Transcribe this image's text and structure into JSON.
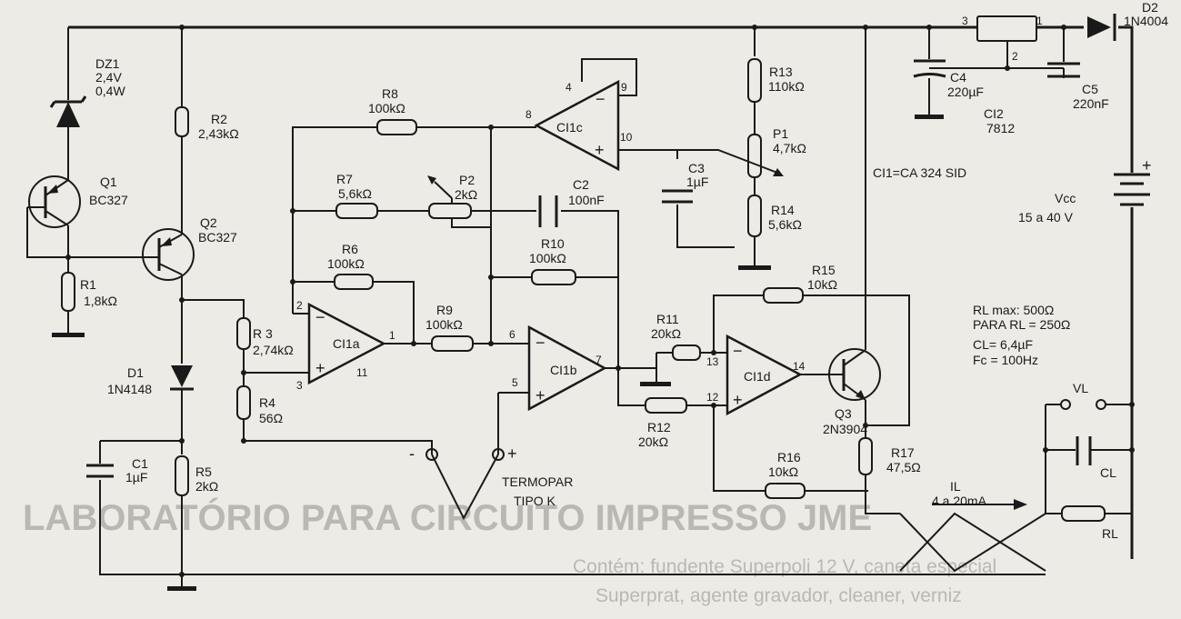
{
  "components": {
    "dz1": {
      "name": "DZ1",
      "v": "2,4V",
      "p": "0,4W"
    },
    "q1": {
      "name": "Q1",
      "type": "BC327"
    },
    "q2": {
      "name": "Q2",
      "type": "BC327"
    },
    "q3": {
      "name": "Q3",
      "type": "2N3904"
    },
    "r1": {
      "name": "R1",
      "value": "1,8kΩ"
    },
    "r2": {
      "name": "R2",
      "value": "2,43kΩ"
    },
    "r3": {
      "name": "R 3",
      "value": "2,74kΩ"
    },
    "r4": {
      "name": "R4",
      "value": "56Ω"
    },
    "r5": {
      "name": "R5",
      "value": "2kΩ"
    },
    "r6": {
      "name": "R6",
      "value": "100kΩ"
    },
    "r7": {
      "name": "R7",
      "value": "5,6kΩ"
    },
    "r8": {
      "name": "R8",
      "value": "100kΩ"
    },
    "r9": {
      "name": "R9",
      "value": "100kΩ"
    },
    "r10": {
      "name": "R10",
      "value": "100kΩ"
    },
    "r11": {
      "name": "R11",
      "value": "20kΩ"
    },
    "r12": {
      "name": "R12",
      "value": "20kΩ"
    },
    "r13": {
      "name": "R13",
      "value": "110kΩ"
    },
    "r14": {
      "name": "R14",
      "value": "5,6kΩ"
    },
    "r15": {
      "name": "R15",
      "value": "10kΩ"
    },
    "r16": {
      "name": "R16",
      "value": "10kΩ"
    },
    "r17": {
      "name": "R17",
      "value": "47,5Ω"
    },
    "rl": {
      "name": "RL"
    },
    "p1": {
      "name": "P1",
      "value": "4,7kΩ"
    },
    "p2": {
      "name": "P2",
      "value": "2kΩ"
    },
    "c1": {
      "name": "C1",
      "value": "1µF"
    },
    "c2": {
      "name": "C2",
      "value": "100nF"
    },
    "c3": {
      "name": "C3",
      "value": "1µF"
    },
    "c4": {
      "name": "C4",
      "value": "220µF"
    },
    "c5": {
      "name": "C5",
      "value": "220nF"
    },
    "cl": {
      "name": "CL"
    },
    "d1": {
      "name": "D1",
      "type": "1N4148"
    },
    "d2": {
      "name": "D2",
      "type": "1N4004"
    },
    "ci2": {
      "name": "CI2",
      "type": "7812",
      "pin_in": "3",
      "pin_out": "1",
      "pin_gnd": "2"
    },
    "ci1a": {
      "name": "CI1a",
      "pin_inv": "2",
      "pin_non": "3",
      "pin_out": "1",
      "pin_gnd": "11"
    },
    "ci1b": {
      "name": "CI1b",
      "pin_inv": "6",
      "pin_non": "5",
      "pin_out": "7"
    },
    "ci1c": {
      "name": "CI1c",
      "pin_inv": "8",
      "pin_non": "10",
      "pin_v": "4",
      "pin_out": "9"
    },
    "ci1d": {
      "name": "CI1d",
      "pin_inv": "13",
      "pin_non": "12",
      "pin_out": "14"
    }
  },
  "labels": {
    "ci1_note": "CI1=CA 324 SID",
    "vcc_name": "Vcc",
    "vcc_range": "15  a  40 V",
    "vcc_plus": "+",
    "thermo_line1": "TERMOPAR",
    "thermo_line2": "TIPO K",
    "thermo_minus": "-",
    "thermo_plus": "+",
    "op_minus": "−",
    "op_plus": "+",
    "rl_max": "RL max: 500Ω",
    "para_rl": "PARA  RL = 250Ω",
    "cl_val": "CL= 6,4µF",
    "fc_val": "Fc = 100Hz",
    "vl": "VL",
    "il": "IL",
    "il_range": "4  a  20mA"
  },
  "bleed_text": {
    "line1": "Contém: fundente Superpoli 12 V, caneta especial",
    "line2": "Superprat, agente gravador, cleaner, verniz",
    "line3": "LABORATÓRIO PARA CIRCUITO IMPRESSO JME"
  }
}
